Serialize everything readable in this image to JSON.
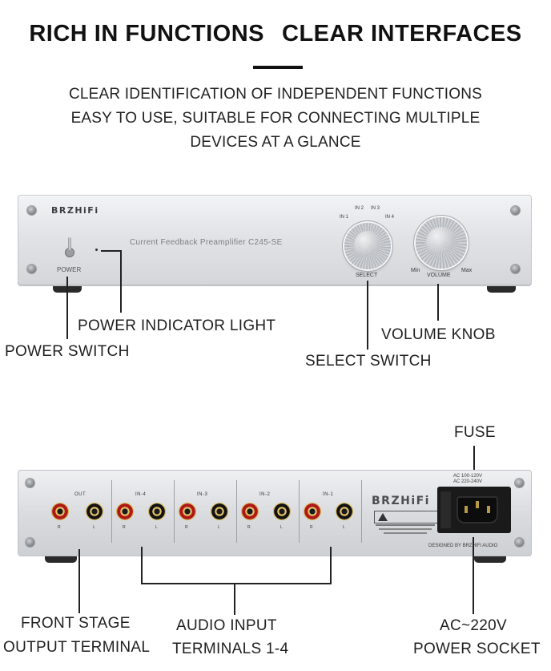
{
  "header": {
    "title_left": "RICH IN FUNCTIONS",
    "title_right": "CLEAR INTERFACES",
    "lines": [
      "CLEAR IDENTIFICATION OF INDEPENDENT FUNCTIONS",
      "EASY TO USE, SUITABLE FOR CONNECTING MULTIPLE",
      "DEVICES AT A GLANCE"
    ]
  },
  "front_panel": {
    "brand": "BRZHiFi",
    "model": "Current Feedback Preamplifier C245-SE",
    "power_label": "POWER",
    "inputs": [
      "IN 1",
      "IN 2",
      "IN 3",
      "IN 4"
    ],
    "select_label": "SELECT",
    "volume_label": "VOLUME",
    "min_label": "Min",
    "max_label": "Max"
  },
  "front_callouts": {
    "power_indicator": "POWER INDICATOR LIGHT",
    "power_switch": "POWER SWITCH",
    "select_switch": "SELECT SWITCH",
    "volume_knob": "VOLUME KNOB"
  },
  "rear_panel": {
    "groups": [
      "OUT",
      "IN-4",
      "IN-3",
      "IN-2",
      "IN-1"
    ],
    "r_label": "R",
    "l_label": "L",
    "brand": "BRZHiFi",
    "voltage_line_1": "AC 100-120V",
    "voltage_line_2": "AC 220-240V",
    "designed_by": "DESIGNED BY BRZHIFI AUDIO"
  },
  "rear_callouts": {
    "fuse": "FUSE",
    "front_stage_1": "FRONT STAGE",
    "front_stage_2": "OUTPUT TERMINAL",
    "audio_input_1": "AUDIO INPUT",
    "audio_input_2": "TERMINALS 1-4",
    "power_socket_1": "AC~220V",
    "power_socket_2": "POWER SOCKET"
  },
  "colors": {
    "panel": "#dcdee1",
    "rca_red": "#b01818",
    "gold": "#d4b458",
    "text": "#1f1f1f"
  }
}
